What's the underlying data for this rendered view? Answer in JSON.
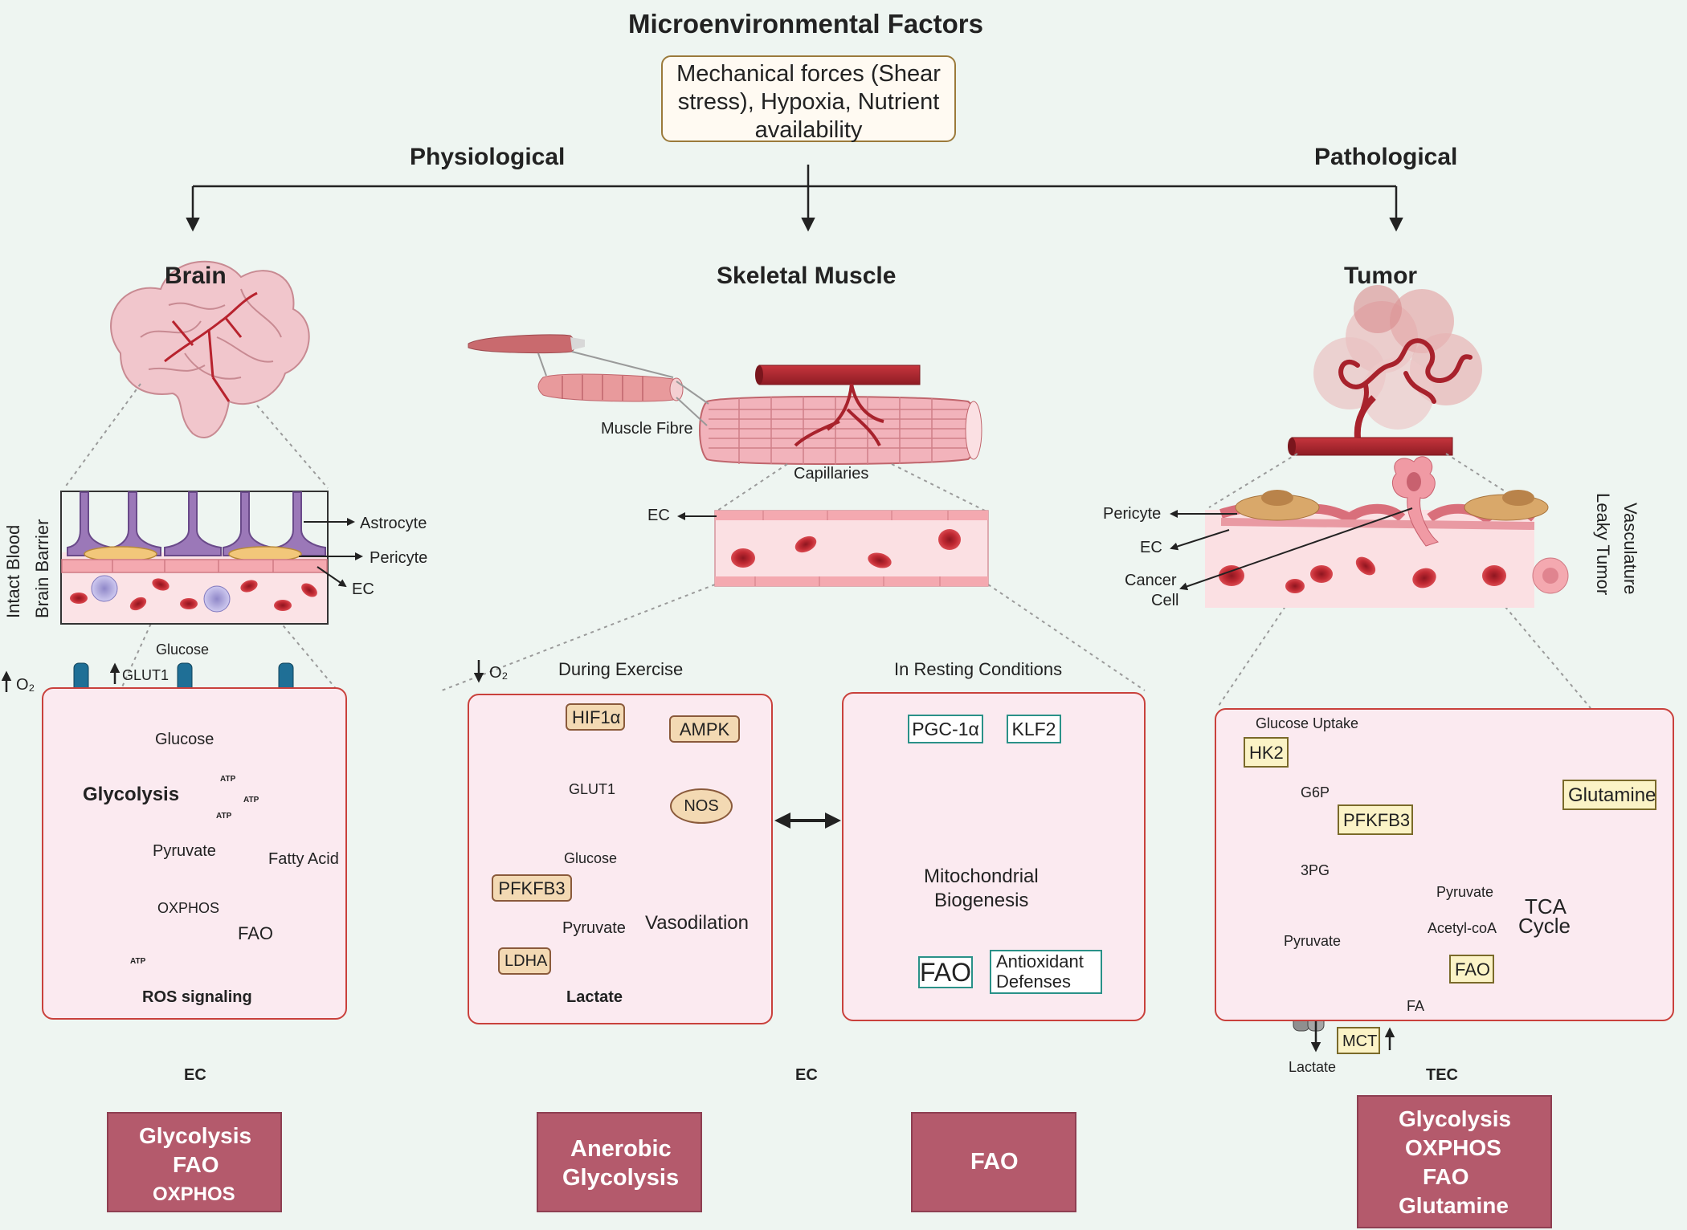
{
  "header": {
    "title": "Microenvironmental Factors",
    "factors": "Mechanical forces (Shear stress), Hypoxia, Nutrient availability",
    "physiological": "Physiological",
    "pathological": "Pathological"
  },
  "brain": {
    "title": "Brain",
    "side_label_1": "Intact Blood",
    "side_label_2": "Brain Barrier",
    "astrocyte": "Astrocyte",
    "pericyte": "Pericyte",
    "ec": "EC",
    "o2": "O₂",
    "glucose_top": "Glucose",
    "glut1": "GLUT1",
    "glucose": "Glucose",
    "glycolysis": "Glycolysis",
    "atp": "ATP",
    "pyruvate": "Pyruvate",
    "fatty_acid": "Fatty Acid",
    "oxphos": "OXPHOS",
    "fao": "FAO",
    "ros": "ROS signaling",
    "ec_bottom": "EC",
    "summary": [
      "Glycolysis",
      "FAO",
      "OXPHOS"
    ]
  },
  "muscle": {
    "title": "Skeletal Muscle",
    "fibre": "Muscle Fibre",
    "capillaries": "Capillaries",
    "ec": "EC",
    "o2": "O₂",
    "exercise_title": "During Exercise",
    "hif1a": "HIF1α",
    "ampk": "AMPK",
    "glut1": "GLUT1",
    "nos": "NOS",
    "glucose": "Glucose",
    "pfkfb3": "PFKFB3",
    "pyruvate": "Pyruvate",
    "vasodilation": "Vasodilation",
    "ldha": "LDHA",
    "lactate": "Lactate",
    "rest_title": "In Resting Conditions",
    "pgc1a": "PGC-1α",
    "klf2": "KLF2",
    "mito_1": "Mitochondrial",
    "mito_2": "Biogenesis",
    "fao": "FAO",
    "antiox_1": "Antioxidant",
    "antiox_2": "Defenses",
    "ec_bottom": "EC",
    "summary_1": [
      "Anerobic",
      "Glycolysis"
    ],
    "summary_2": "FAO"
  },
  "tumor": {
    "title": "Tumor",
    "side_label_1": "Leaky Tumor",
    "side_label_2": "Vasculature",
    "pericyte": "Pericyte",
    "ec": "EC",
    "cancer_1": "Cancer",
    "cancer_2": "Cell",
    "glucose_uptake": "Glucose Uptake",
    "hk2": "HK2",
    "g6p": "G6P",
    "pfkfb3": "PFKFB3",
    "glutamine_tag": "Glutamine",
    "p3g": "3PG",
    "pyruvate": "Pyruvate",
    "pyruvate_mito": "Pyruvate",
    "acetyl": "Acetyl-coA",
    "tca_1": "TCA",
    "tca_2": "Cycle",
    "fao": "FAO",
    "fa": "FA",
    "mct": "MCT",
    "lactate": "Lactate",
    "tec": "TEC",
    "summary": [
      "Glycolysis",
      "OXPHOS",
      "FAO",
      "Glutamine"
    ]
  },
  "colors": {
    "background": "#eef5f1",
    "panel_border": "#c9413c",
    "panel_fill": "#fbeaf0",
    "summary_fill": "#b45a6c",
    "teal": "#2a9188",
    "vessel": "#b8323a"
  }
}
